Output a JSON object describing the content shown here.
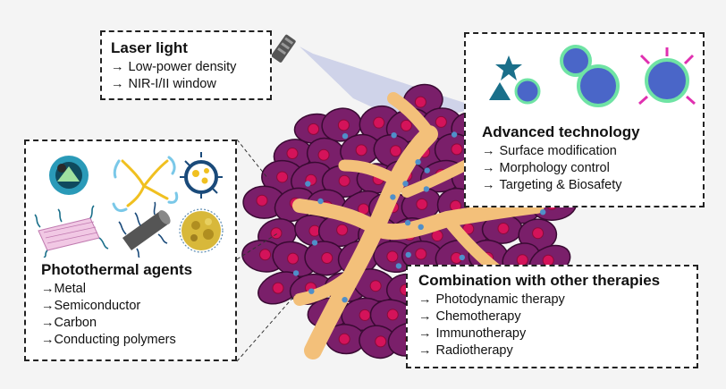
{
  "laser": {
    "title": "Laser light",
    "items": [
      "Low-power density",
      "NIR-I/II window"
    ]
  },
  "advanced": {
    "title": "Advanced technology",
    "items": [
      "Surface modification",
      "Morphology control",
      "Targeting & Biosafety"
    ]
  },
  "photothermal": {
    "title": "Photothermal agents",
    "items": [
      "Metal",
      "Semiconductor",
      "Carbon",
      "Conducting polymers"
    ]
  },
  "combination": {
    "title": "Combination with other therapies",
    "items": [
      "Photodynamic therapy",
      "Chemotherapy",
      "Immunotherapy",
      "Radiotherapy"
    ]
  },
  "arrow_glyph": "→",
  "colors": {
    "cell": "#7a1f6a",
    "cell_edge": "#3a0a33",
    "nucleus": "#d4135a",
    "vessel": "#f3c07a",
    "particle": "#4f8fc9",
    "beam": "#c8cde6",
    "nano_fill": "#4a66c8",
    "nano_ring": "#6fe3a4",
    "ligand": "#e030b0",
    "accent_teal": "#1a6f8a"
  }
}
